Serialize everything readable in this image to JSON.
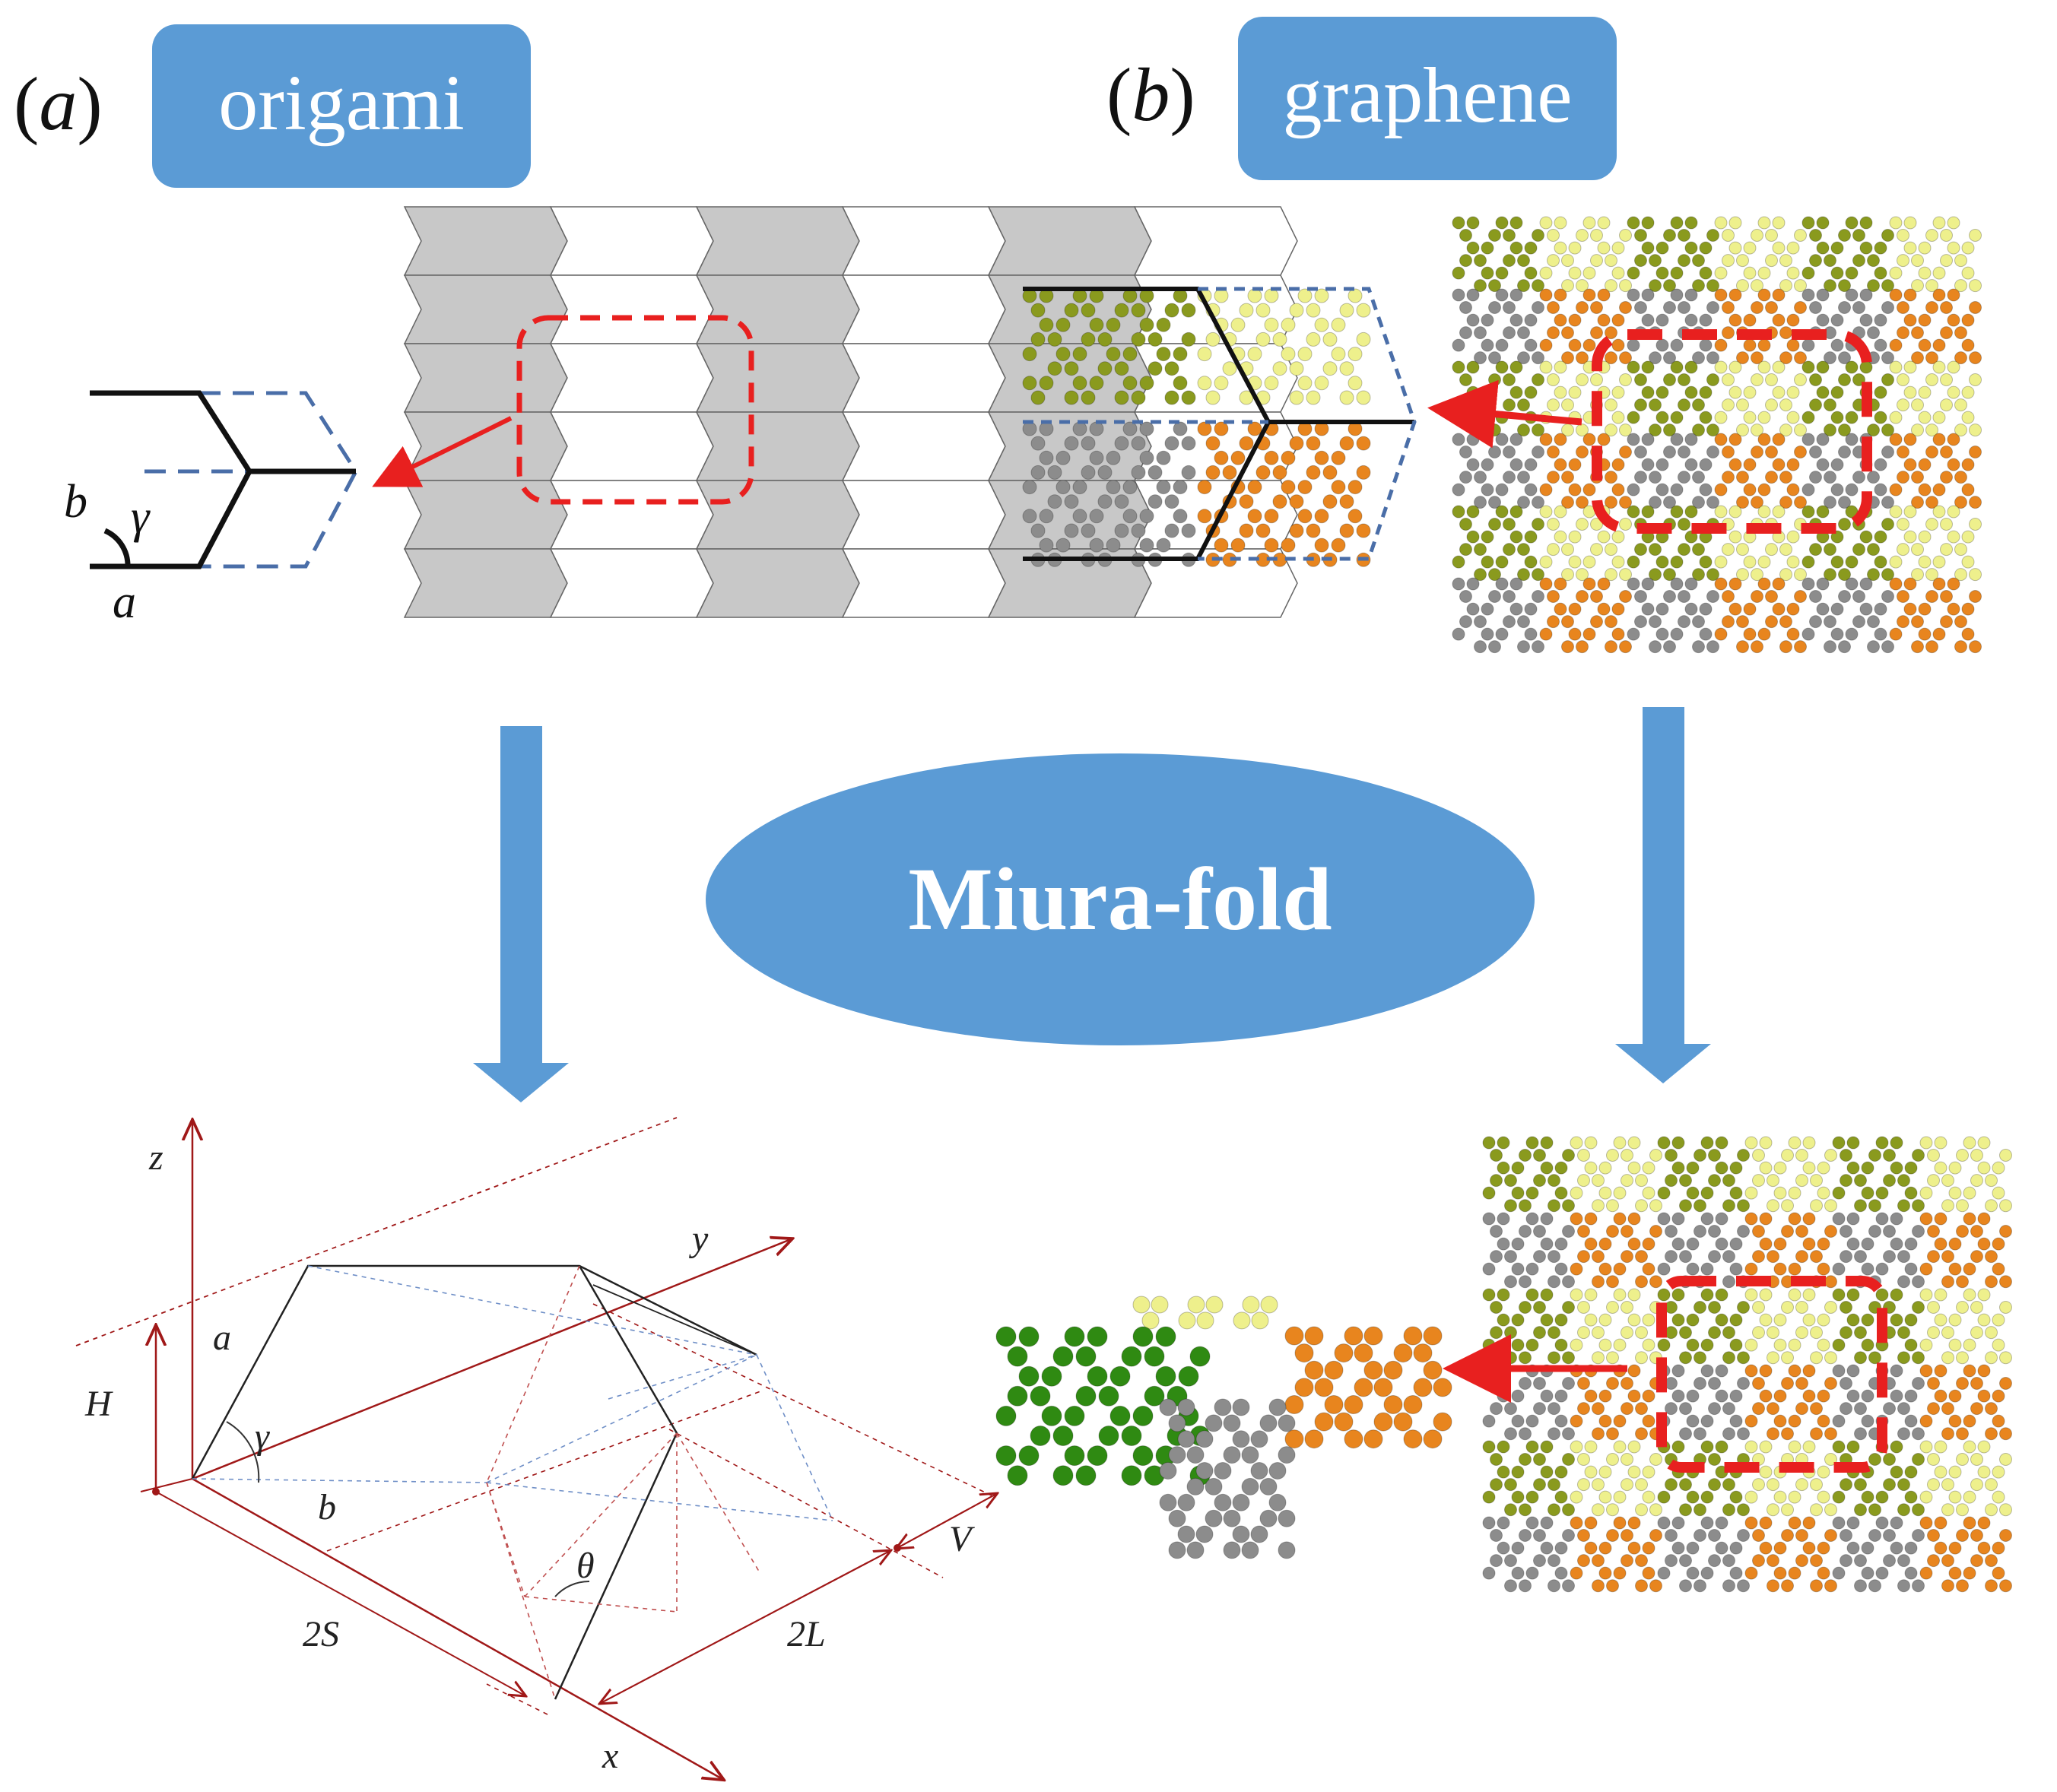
{
  "panel_a": {
    "label_open": "(",
    "label_letter": "a",
    "label_close": ")",
    "title": "origami",
    "cell_symbols": {
      "b": "b",
      "gamma": "γ",
      "a": "a"
    }
  },
  "panel_b": {
    "label_open": "(",
    "label_letter": "b",
    "label_close": ")",
    "title": "graphene"
  },
  "center": {
    "label": "Miura-fold"
  },
  "geometry_diagram": {
    "z_axis": "z",
    "y_axis": "y",
    "x_axis": "x",
    "a": "a",
    "H": "H",
    "gamma": "γ",
    "b": "b",
    "theta": "θ",
    "V": "V",
    "two_S": "2S",
    "two_L": "2L"
  },
  "colors": {
    "accent_blue": "#5b9bd5",
    "highlight_red": "#e8201f",
    "fold_gray": "#c8c8c8",
    "olive": "#8a9a1e",
    "pale_yellow": "#eef08c",
    "orange": "#e8851e",
    "gray_atom": "#8c8c8c",
    "green_atom": "#2f8a12",
    "dark_red_line": "#a01818"
  }
}
